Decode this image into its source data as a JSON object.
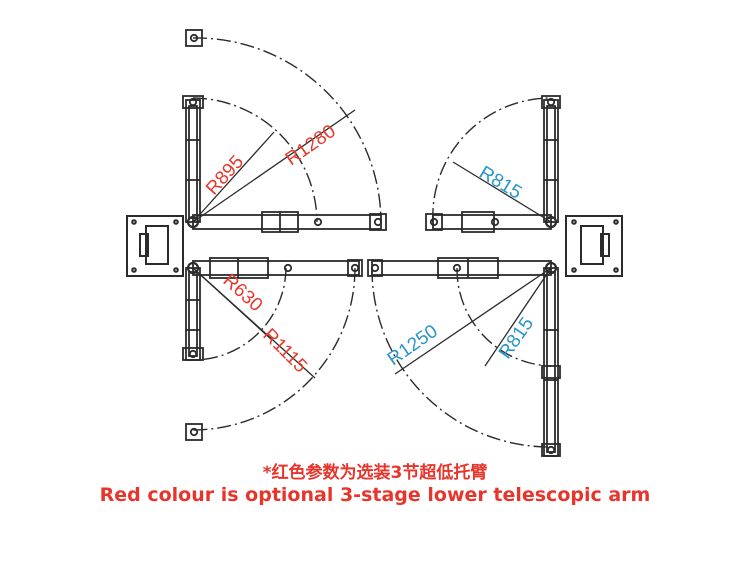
{
  "colors": {
    "line": "#2b2b2b",
    "red_dimension": "#e63a2e",
    "blue_dimension": "#2a95c8",
    "caption": "#e8352b"
  },
  "dimensions": {
    "left_upper_short": "R895",
    "left_upper_long": "R1280",
    "left_lower_short": "R630",
    "left_lower_long": "R1115",
    "right_upper": "R815",
    "right_lower_long": "R1250",
    "right_lower_short": "R815"
  },
  "caption": {
    "chinese": "*红色参数为选装3节超低托臂",
    "english": "Red colour is optional 3-stage lower telescopic arm"
  }
}
